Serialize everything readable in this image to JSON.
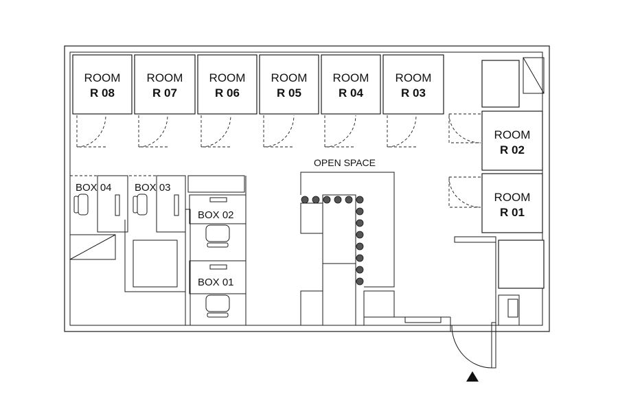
{
  "rooms": [
    {
      "word": "ROOM",
      "code": "R 08"
    },
    {
      "word": "ROOM",
      "code": "R 07"
    },
    {
      "word": "ROOM",
      "code": "R 06"
    },
    {
      "word": "ROOM",
      "code": "R 05"
    },
    {
      "word": "ROOM",
      "code": "R 04"
    },
    {
      "word": "ROOM",
      "code": "R 03"
    },
    {
      "word": "ROOM",
      "code": "R 02"
    },
    {
      "word": "ROOM",
      "code": "R 01"
    }
  ],
  "boxes": [
    "BOX 04",
    "BOX 03",
    "BOX 02",
    "BOX 01"
  ],
  "open_space_label": "OPEN SPACE",
  "icons": {
    "entrance": "up-triangle-icon",
    "plant": "plant-icon",
    "chair": "chair-icon",
    "monitor": "monitor-icon"
  }
}
